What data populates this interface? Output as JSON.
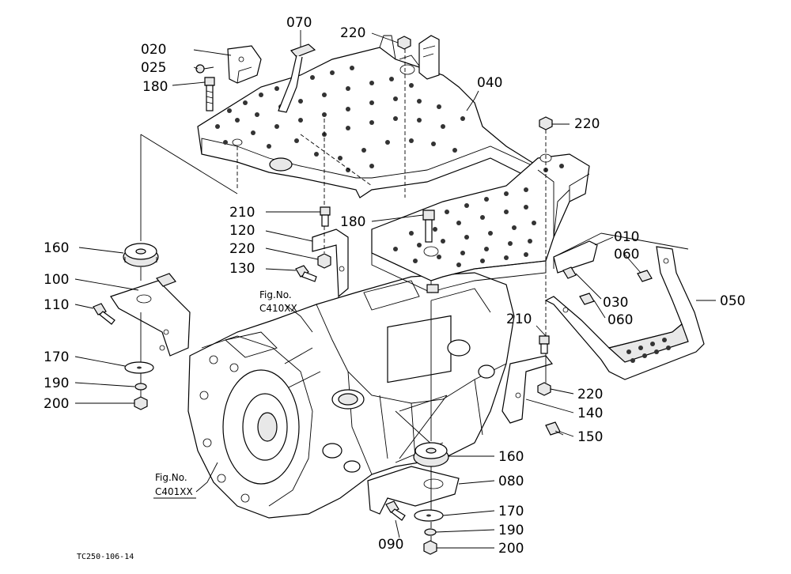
{
  "part_labels": {
    "p020": "020",
    "p025": "025",
    "p180a": "180",
    "p070": "070",
    "p220a": "220",
    "p040": "040",
    "p220b": "220",
    "p210a": "210",
    "p120": "120",
    "p220c": "220",
    "p130": "130",
    "p180b": "180",
    "p010": "010",
    "p060a": "060",
    "p030": "030",
    "p050": "050",
    "p060b": "060",
    "p160a": "160",
    "p100": "100",
    "p110": "110",
    "p170a": "170",
    "p190a": "190",
    "p200a": "200",
    "p210b": "210",
    "p220d": "220",
    "p140": "140",
    "p150": "150",
    "p160b": "160",
    "p080": "080",
    "p170b": "170",
    "p190b": "190",
    "p200b": "200",
    "p090": "090"
  },
  "references": {
    "fig_c410_label": "Fig.No.",
    "fig_c410_code": "C410XX",
    "fig_c401_label": "Fig.No.",
    "fig_c401_code": "C401XX"
  },
  "drawing_code": "TC250-106-14"
}
